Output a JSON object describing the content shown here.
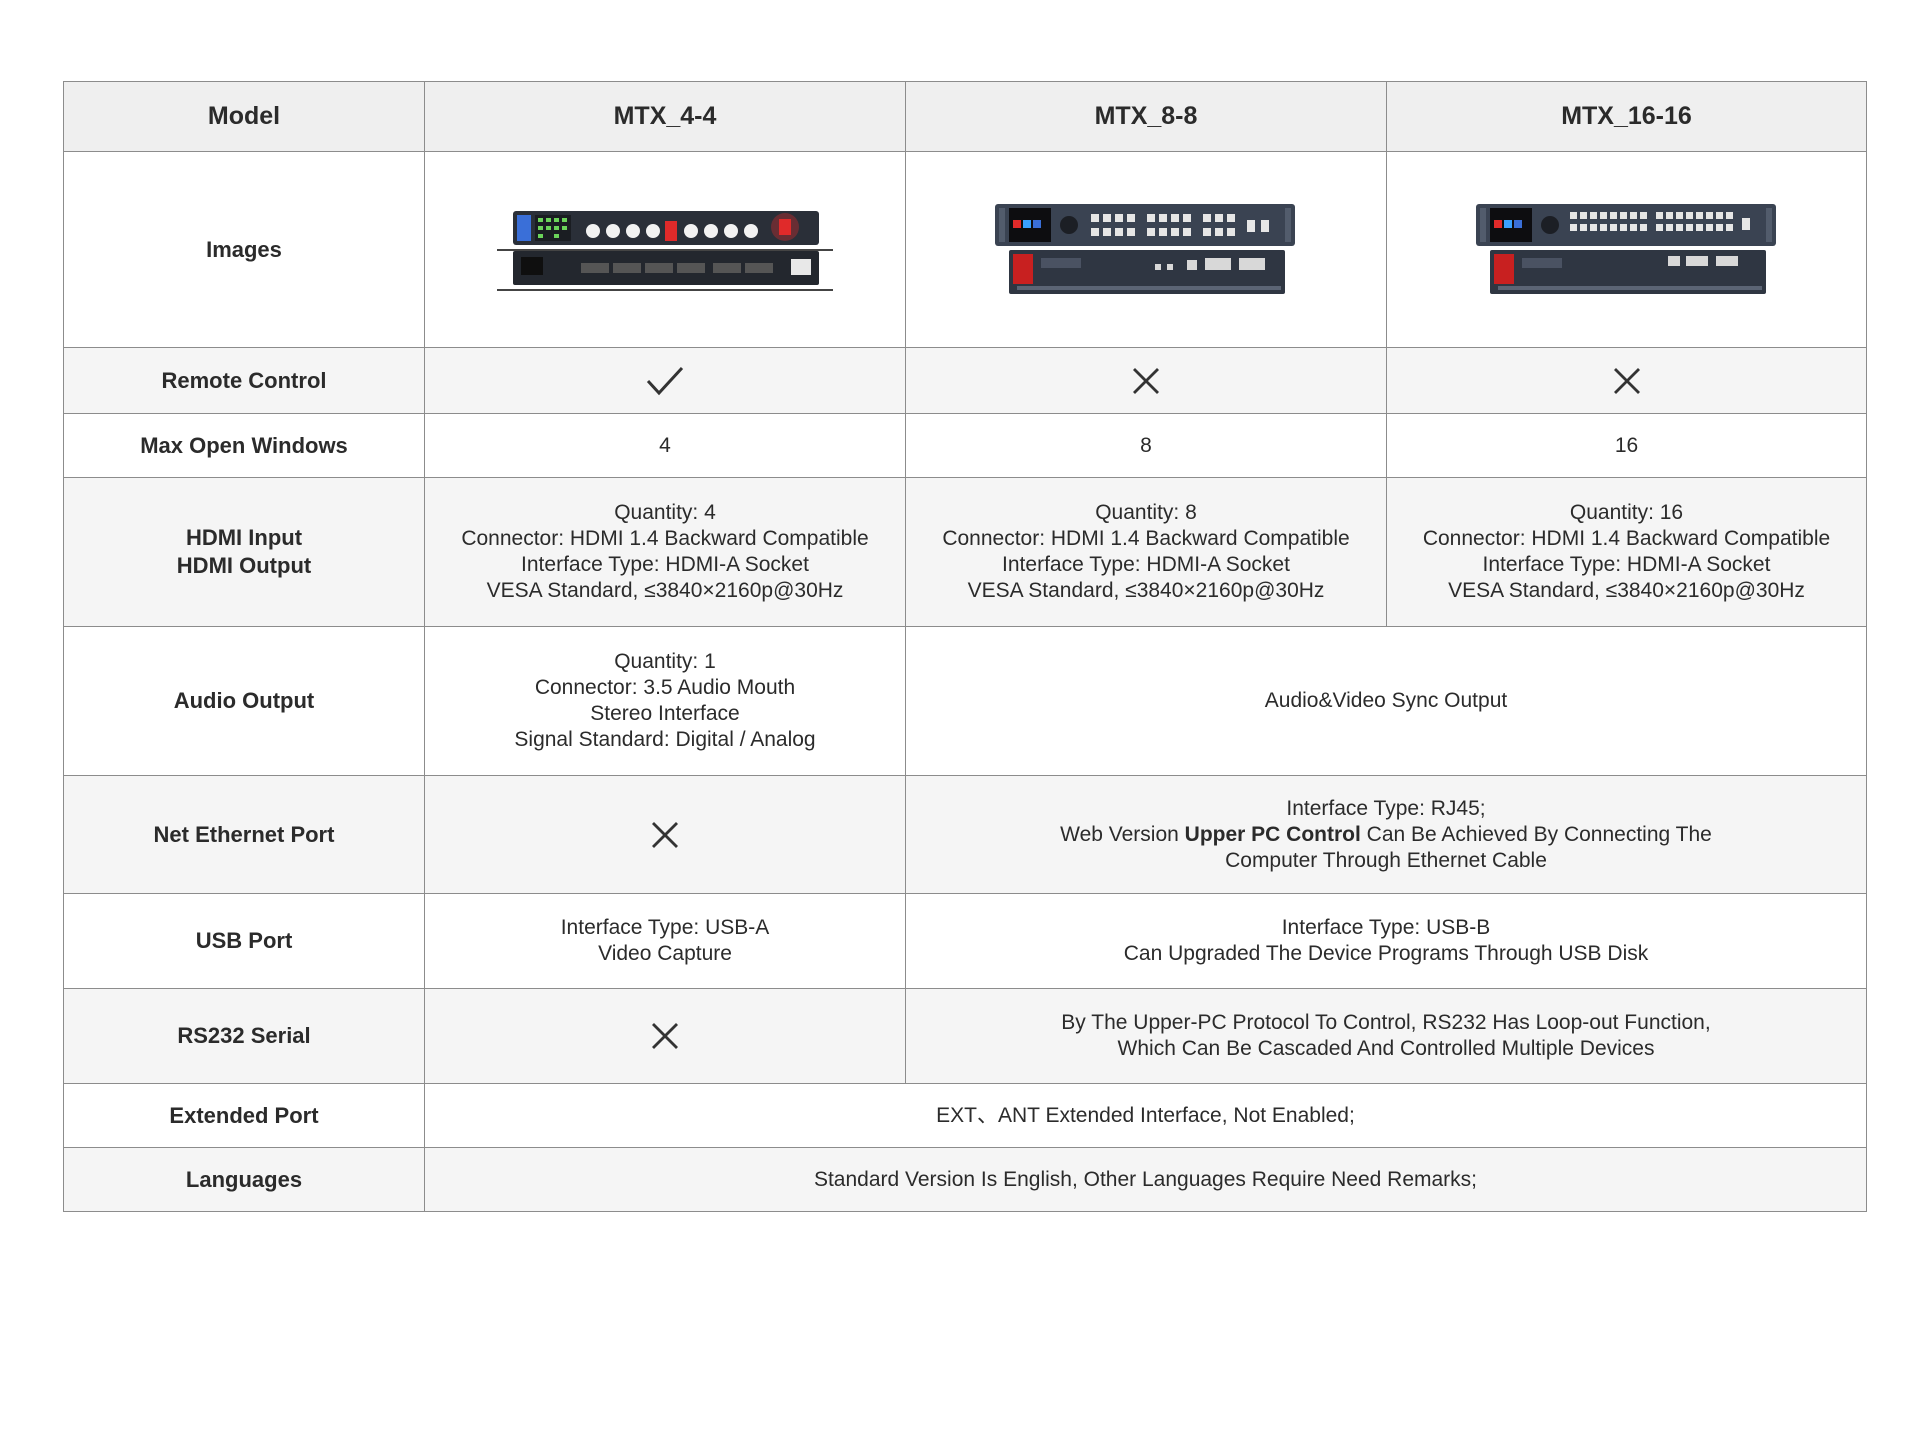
{
  "header": {
    "model": "Model",
    "m1": "MTX_4-4",
    "m2": "MTX_8-8",
    "m3": "MTX_16-16"
  },
  "rows": {
    "images": {
      "label": "Images"
    },
    "remote": {
      "label": "Remote Control"
    },
    "windows": {
      "label": "Max Open Windows",
      "m1": "4",
      "m2": "8",
      "m3": "16"
    },
    "hdmi": {
      "label1": "HDMI Input",
      "label2": "HDMI Output",
      "m1": [
        "Quantity: 4",
        "Connector: HDMI 1.4 Backward Compatible",
        "Interface Type: HDMI-A Socket",
        "VESA Standard, ≤3840×2160p@30Hz"
      ],
      "m2": [
        "Quantity: 8",
        "Connector: HDMI 1.4 Backward Compatible",
        "Interface Type: HDMI-A Socket",
        "VESA Standard, ≤3840×2160p@30Hz"
      ],
      "m3": [
        "Quantity: 16",
        "Connector: HDMI 1.4 Backward Compatible",
        "Interface Type: HDMI-A Socket",
        "VESA Standard, ≤3840×2160p@30Hz"
      ]
    },
    "audio": {
      "label": "Audio Output",
      "m1": [
        "Quantity: 1",
        "Connector: 3.5 Audio Mouth",
        "Stereo Interface",
        "Signal Standard: Digital / Analog"
      ],
      "m23": "Audio&Video Sync Output"
    },
    "ethernet": {
      "label": "Net Ethernet Port",
      "m23_line1": "Interface Type: RJ45;",
      "m23_line2_pre": "Web Version ",
      "m23_line2_bold": "Upper PC Control",
      "m23_line2_post": " Can Be Achieved By Connecting The",
      "m23_line3": "Computer Through Ethernet Cable"
    },
    "usb": {
      "label": "USB Port",
      "m1": [
        "Interface Type: USB-A",
        "Video Capture"
      ],
      "m23": [
        "Interface Type: USB-B",
        "Can Upgraded The Device Programs Through USB Disk"
      ]
    },
    "rs232": {
      "label": "RS232 Serial",
      "m23": [
        "By The Upper-PC Protocol To Control, RS232 Has Loop-out Function,",
        "Which Can Be Cascaded And Controlled Multiple Devices"
      ]
    },
    "extended": {
      "label": "Extended Port",
      "value": "EXT、ANT Extended Interface, Not Enabled;"
    },
    "languages": {
      "label": "Languages",
      "value": "Standard Version Is English, Other Languages Require Need Remarks;"
    }
  },
  "icons": {
    "yes": "checkmark-icon",
    "no": "cross-icon"
  },
  "colors": {
    "device_body": "#2f3642",
    "device_red": "#e02a2a",
    "border": "#8c8c8c",
    "shade": "#f5f5f5"
  }
}
